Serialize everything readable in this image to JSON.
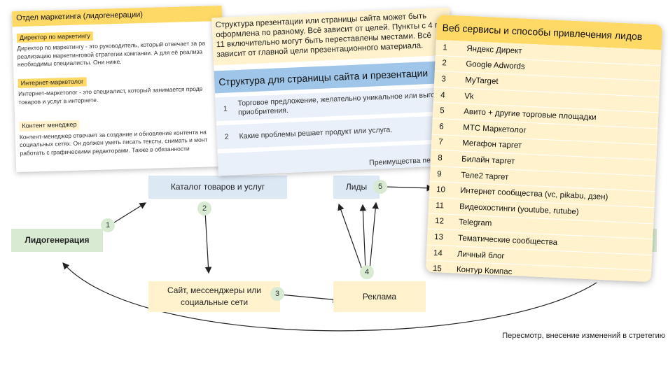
{
  "nodes": {
    "lead_gen": "Лидогенерация",
    "catalog": "Каталог товаров и услуг",
    "leads": "Лиды",
    "site": "Сайт, мессенджеры или социальные сети",
    "ads": "Реклама"
  },
  "badges": [
    "1",
    "2",
    "3",
    "4",
    "5"
  ],
  "feedback_note": "Пересмотр, внесение изменений в стретегию",
  "marketing_card": {
    "title": "Отдел маркетинга (лидогенерации)",
    "roles": [
      {
        "name": "Директор по маркетингу",
        "description": "Директор по маркетингу - это руководитель, который отвечает за ра реализацию маркетинговой стратегии компании. А для её реализа необходимы специалисты. Они ниже."
      },
      {
        "name": "Интернет-маркетолог",
        "description": "Интернет-маркетолог - это специалист, который занимается продв товаров и услуг в интернете."
      },
      {
        "name": "Контент менеджер",
        "description": "Контент-менеджер отвечает за создание и обновление контента на социальных сетях. Он должен уметь писать тексты, снимать и монт работать с графическими редакторами. Также в обязанности"
      }
    ]
  },
  "structure_card": {
    "intro": "Структура презентации или страницы сайта может быть оформлена по разному. Всё зависит от целей. Пункты с 4 п 11 включительно могут быть переставлены местами. Всё зависит от главной цели презентационного материала.",
    "table_title": "Структура для страницы сайта и презентации",
    "rows": [
      {
        "n": "1",
        "text": "Торговое предложение, желательно уникальное или выгода приобритения."
      },
      {
        "n": "2",
        "text": "Какие проблемы решает продукт или услуга."
      },
      {
        "n": "",
        "text": "Преимущества перед др"
      }
    ]
  },
  "services_card": {
    "title": "Веб сервисы и способы привлечения лидов",
    "items": [
      {
        "n": "1",
        "text": "Яндекс Директ"
      },
      {
        "n": "2",
        "text": "Google Adwords"
      },
      {
        "n": "3",
        "text": "MyTarget"
      },
      {
        "n": "4",
        "text": "Vk"
      },
      {
        "n": "5",
        "text": "Авито + другие торговые площадки"
      },
      {
        "n": "6",
        "text": "МТС Маркетолог"
      },
      {
        "n": "7",
        "text": "Мегафон таргет"
      },
      {
        "n": "8",
        "text": "Билайн таргет"
      },
      {
        "n": "9",
        "text": "Теле2 таргет"
      },
      {
        "n": "10",
        "text": "Интернет сообщества (vc, pikabu, дзен)"
      },
      {
        "n": "11",
        "text": "Видеохостинги (youtube, rutube)"
      },
      {
        "n": "12",
        "text": "Telegram"
      },
      {
        "n": "13",
        "text": "Тематические сообщества"
      },
      {
        "n": "14",
        "text": "Личный блог"
      },
      {
        "n": "15",
        "text": "Контур Компас"
      }
    ]
  }
}
